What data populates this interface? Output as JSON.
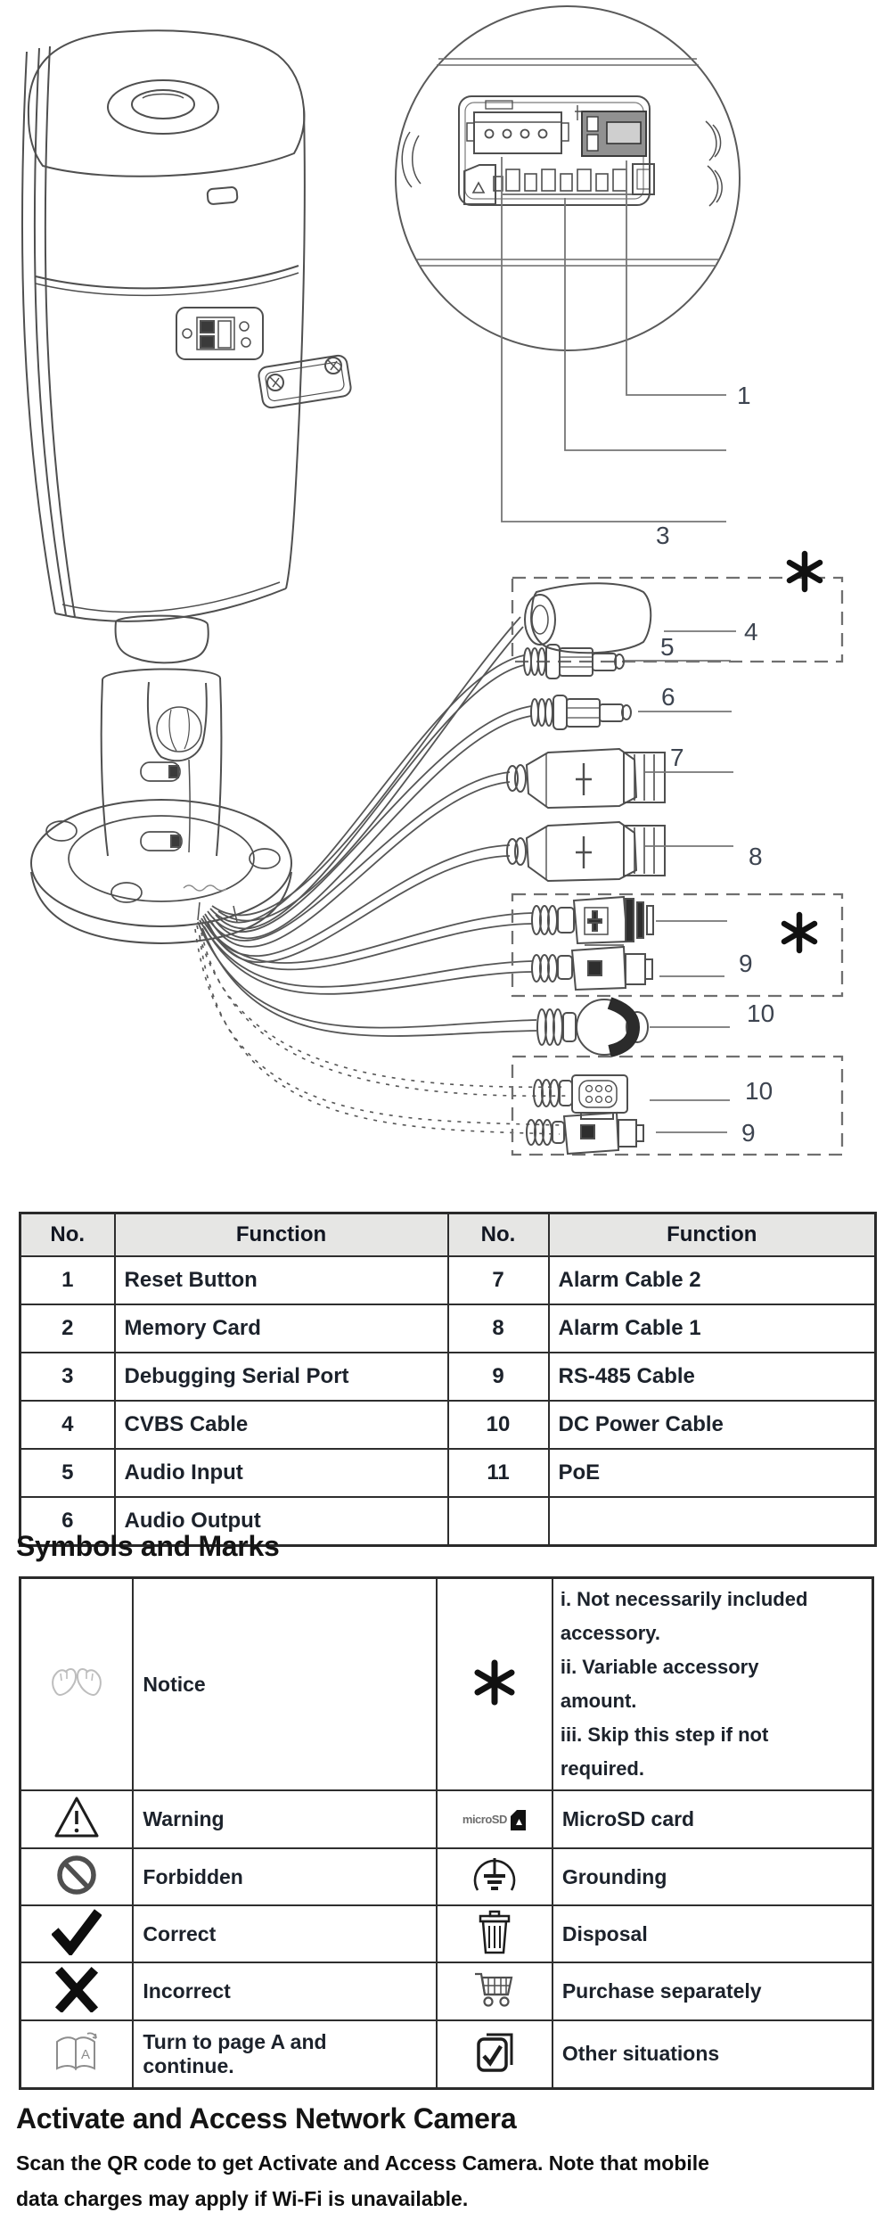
{
  "diagram": {
    "port_labels": {
      "reset": "1",
      "serial": "3"
    },
    "cable_labels": {
      "cvbs": "4",
      "audio_in": "5",
      "audio_out": "6",
      "alarm2": "7",
      "alarm1": "8",
      "rs485": "9",
      "dc": "10",
      "dc_alt": "10",
      "rs485_alt": "9"
    }
  },
  "function_table": {
    "headers": [
      "No.",
      "Function",
      "No.",
      "Function"
    ],
    "rows": [
      [
        "1",
        "Reset Button",
        "7",
        "Alarm Cable 2"
      ],
      [
        "2",
        "Memory Card",
        "8",
        "Alarm Cable 1"
      ],
      [
        "3",
        "Debugging Serial Port",
        "9",
        "RS-485 Cable"
      ],
      [
        "4",
        "CVBS Cable",
        "10",
        "DC Power Cable"
      ],
      [
        "5",
        "Audio Input",
        "11",
        "PoE"
      ],
      [
        "6",
        "Audio Output",
        "",
        ""
      ]
    ]
  },
  "symbols_heading": "Symbols and Marks",
  "symbols_table": {
    "microsd_label": "microSD",
    "book_letter": "A",
    "rows": {
      "notice_label": "Notice",
      "asterisk_notes": [
        "i. Not necessarily included",
        "accessory.",
        "ii. Variable accessory",
        "amount.",
        "iii. Skip this step if not",
        "required."
      ],
      "warning_label": "Warning",
      "microsd_card_label": "MicroSD card",
      "forbidden_label": "Forbidden",
      "grounding_label": "Grounding",
      "correct_label": "Correct",
      "disposal_label": "Disposal",
      "incorrect_label": "Incorrect",
      "purchase_label": "Purchase separately",
      "turn_page_lines": [
        "Turn to page A and",
        "continue."
      ],
      "other_label": "Other situations"
    }
  },
  "activate_heading": "Activate and Access Network Camera",
  "activate_lines": [
    "Scan the QR code to get Activate and Access Camera. Note that mobile",
    "data charges may apply if Wi-Fi is unavailable."
  ]
}
